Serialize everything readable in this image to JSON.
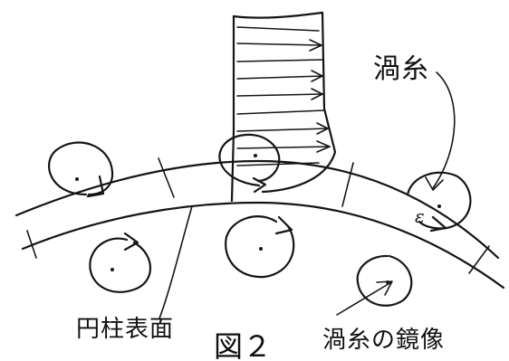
{
  "labels": {
    "vortex": "渦糸",
    "cylinder_surface": "円柱表面",
    "figure_number": "図２",
    "mirror_vortex": "渦糸の鏡像",
    "epsilon": "ε"
  }
}
